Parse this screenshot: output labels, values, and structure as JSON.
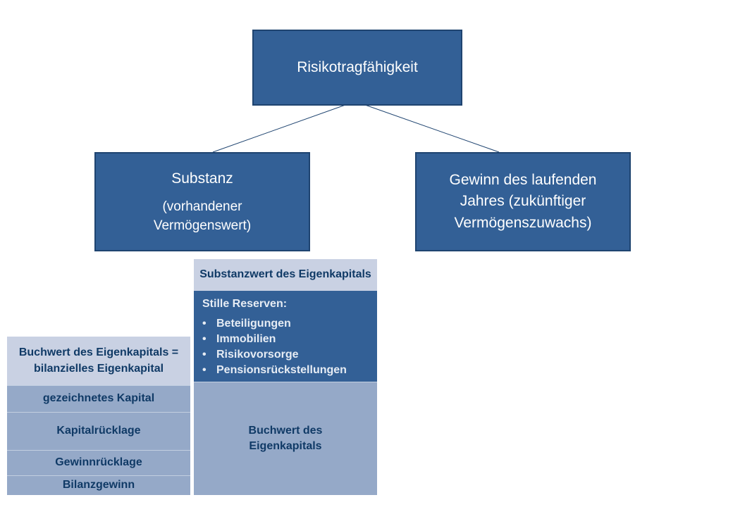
{
  "top": {
    "title": "Risikotragfähigkeit"
  },
  "substanz": {
    "title": "Substanz",
    "subtitle": "(vorhandener Vermögenswert)"
  },
  "gewinn": {
    "title": "Gewinn des laufenden Jahres (zukünftiger Vermögenszuwachs)"
  },
  "left_stack": {
    "header": "Buchwert des Eigenkapitals = bilanzielles Eigenkapital",
    "rows": [
      "gezeichnetes Kapital",
      "Kapitalrücklage",
      "Gewinnrücklage",
      "Bilanzgewinn"
    ]
  },
  "right_stack": {
    "header": "Substanzwert des Eigenkapitals",
    "reserves_title": "Stille Reserven:",
    "reserves": [
      "Beteiligungen",
      "Immobilien",
      "Risikovorsorge",
      "Pensionsrückstellungen"
    ],
    "base": "Buchwert des Eigenkapitals"
  }
}
